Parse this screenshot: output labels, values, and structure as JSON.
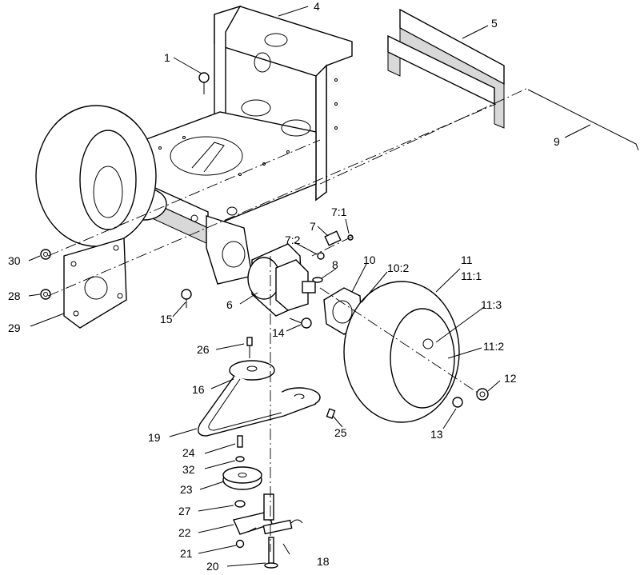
{
  "callouts": [
    {
      "id": "1",
      "label": "1"
    },
    {
      "id": "4",
      "label": "4"
    },
    {
      "id": "5",
      "label": "5"
    },
    {
      "id": "9",
      "label": "9"
    },
    {
      "id": "7-1",
      "label": "7:1"
    },
    {
      "id": "7",
      "label": "7"
    },
    {
      "id": "7-2",
      "label": "7:2"
    },
    {
      "id": "8",
      "label": "8"
    },
    {
      "id": "10",
      "label": "10"
    },
    {
      "id": "10-2",
      "label": "10:2"
    },
    {
      "id": "11",
      "label": "11"
    },
    {
      "id": "11-1",
      "label": "11:1"
    },
    {
      "id": "11-3",
      "label": "11:3"
    },
    {
      "id": "11-2",
      "label": "11:2"
    },
    {
      "id": "12",
      "label": "12"
    },
    {
      "id": "13",
      "label": "13"
    },
    {
      "id": "30",
      "label": "30"
    },
    {
      "id": "28",
      "label": "28"
    },
    {
      "id": "29",
      "label": "29"
    },
    {
      "id": "6",
      "label": "6"
    },
    {
      "id": "15",
      "label": "15"
    },
    {
      "id": "14",
      "label": "14"
    },
    {
      "id": "26",
      "label": "26"
    },
    {
      "id": "16",
      "label": "16"
    },
    {
      "id": "19",
      "label": "19"
    },
    {
      "id": "25",
      "label": "25"
    },
    {
      "id": "24",
      "label": "24"
    },
    {
      "id": "32",
      "label": "32"
    },
    {
      "id": "23",
      "label": "23"
    },
    {
      "id": "27",
      "label": "27"
    },
    {
      "id": "22",
      "label": "22"
    },
    {
      "id": "21",
      "label": "21"
    },
    {
      "id": "20",
      "label": "20"
    },
    {
      "id": "18",
      "label": "18"
    }
  ]
}
